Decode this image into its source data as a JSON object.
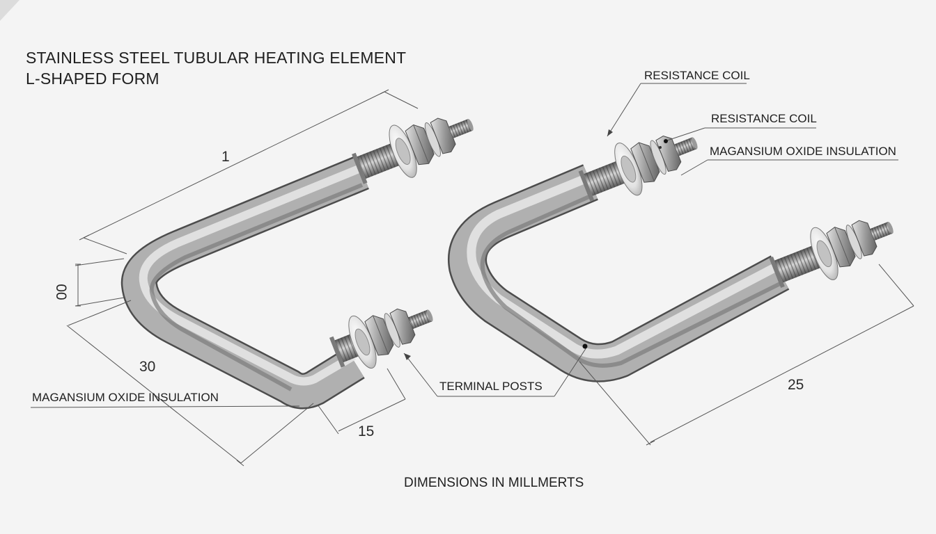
{
  "title": {
    "line1": "STAINLESS STEEL TUBULAR HEATING ELEMENT",
    "line2": "L-SHAPED FORM"
  },
  "labels": {
    "resistance_coil_1": "RESISTANCE COIL",
    "resistance_coil_2": "RESISTANCE COIL",
    "insulation_right": "MAGANSIUM OXIDE INSULATION",
    "insulation_left": "MAGANSIUM OXIDE INSULATION",
    "terminal_posts": "TERMINAL POSTS"
  },
  "dimensions": {
    "top_length": "1",
    "tube_diameter": "00",
    "leg_length": "30",
    "terminal_length": "15",
    "right_length": "25"
  },
  "footer": "DIMENSIONS IN MILLMERTS",
  "colors": {
    "background": "#f4f4f4",
    "line": "#555555",
    "text": "#1e1e1e",
    "steel": "#9a9a9a"
  }
}
